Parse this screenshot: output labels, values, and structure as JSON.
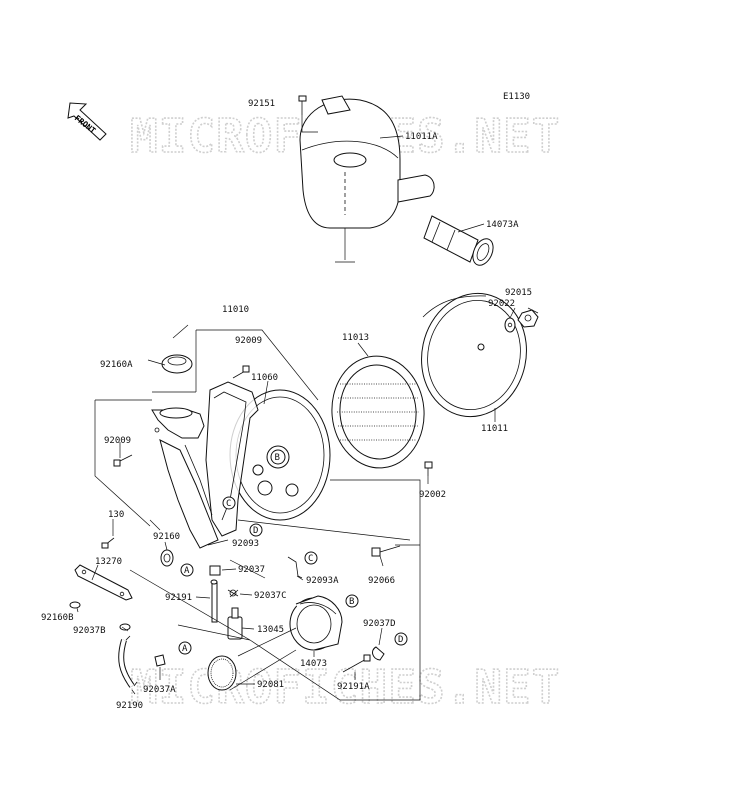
{
  "diagram_code": "E1130",
  "front_label": "FRONT",
  "watermark_text": "MICROFICHES.NET",
  "parts": {
    "p92151": "92151",
    "p11011A": "11011A",
    "p14073A": "14073A",
    "p92015": "92015",
    "p92022": "92022",
    "p11010": "11010",
    "p11013": "11013",
    "p92009a": "92009",
    "p11060": "11060",
    "p92160A": "92160A",
    "p11011": "11011",
    "p92009b": "92009",
    "p92002": "92002",
    "p130": "130",
    "p92160": "92160",
    "p92093": "92093",
    "p13270": "13270",
    "p92037": "92037",
    "p92093A": "92093A",
    "p92066": "92066",
    "p92191": "92191",
    "p92037C": "92037C",
    "p92160B": "92160B",
    "p92037B": "92037B",
    "p13045": "13045",
    "p92037D": "92037D",
    "p14073": "14073",
    "p92037A": "92037A",
    "p92081": "92081",
    "p92191A": "92191A",
    "p92190": "92190"
  },
  "callouts": {
    "A": "A",
    "B": "B",
    "C": "C",
    "D": "D"
  }
}
